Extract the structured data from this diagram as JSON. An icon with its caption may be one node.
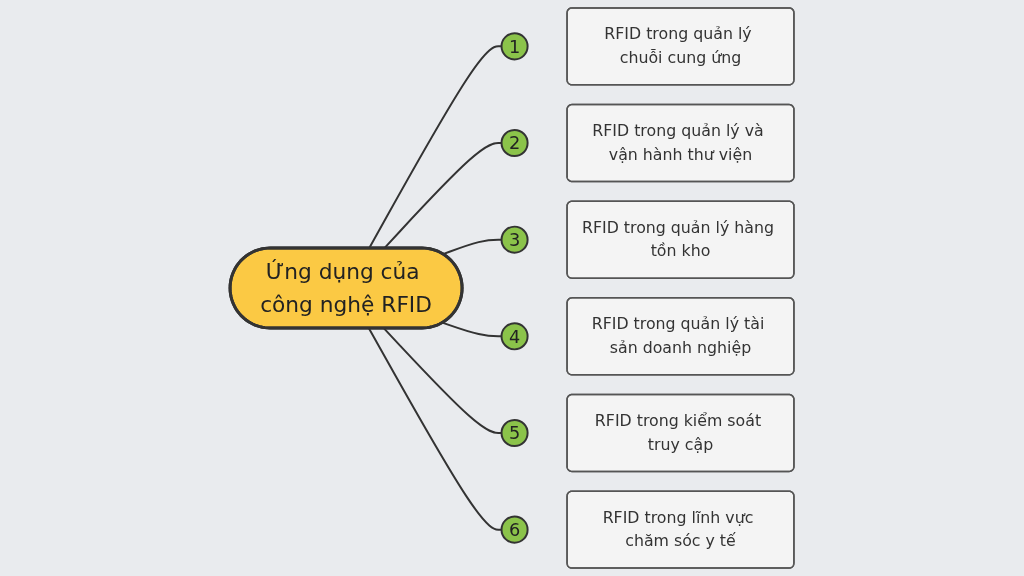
{
  "diagram": {
    "nodes": [
      {
        "text": [
          "Ứng dụng của công nghệ RFID"
        ]
      },
      {
        "text": [
          "RFID trong quản lý chuỗi cung ứng"
        ]
      },
      {
        "text": [
          "1"
        ]
      },
      {
        "text": [
          "RFID trong quản lý và vận hành thư viện"
        ]
      },
      {
        "text": [
          "2"
        ]
      },
      {
        "text": [
          "RFID trong quản lý hàng tồn kho"
        ]
      },
      {
        "text": [
          "3"
        ]
      },
      {
        "text": [
          "RFID trong quản lý tài sản doanh nghiệp"
        ]
      },
      {
        "text": [
          "4"
        ]
      },
      {
        "text": [
          "RFID trong kiểm soát truy cập"
        ]
      },
      {
        "text": [
          "5"
        ]
      },
      {
        "text": [
          "RFID trong lĩnh vực chăm sóc y tế"
        ]
      },
      {
        "text": [
          "6"
        ]
      }
    ],
    "edges": [
      {
        "from": 0,
        "to": 2,
        "arrow": "none"
      },
      {
        "from": 0,
        "to": 4,
        "arrow": "none"
      },
      {
        "from": 0,
        "to": 6,
        "arrow": "none"
      },
      {
        "from": 0,
        "to": 8,
        "arrow": "none"
      },
      {
        "from": 0,
        "to": 10,
        "arrow": "none"
      },
      {
        "from": 0,
        "to": 12,
        "arrow": "none"
      }
    ]
  }
}
